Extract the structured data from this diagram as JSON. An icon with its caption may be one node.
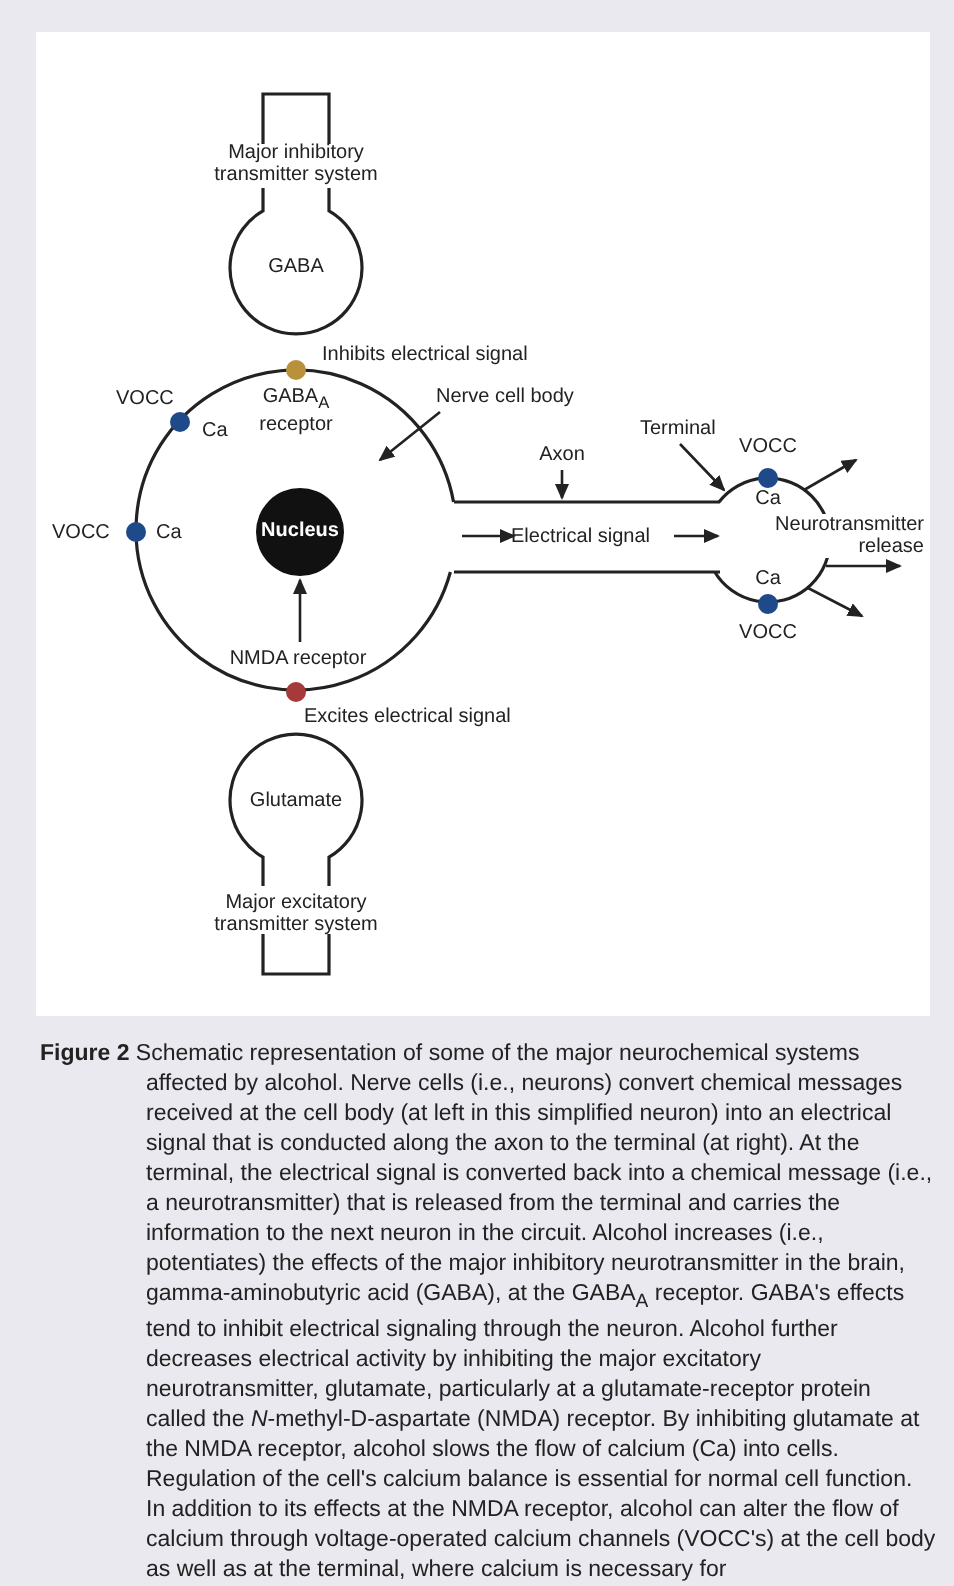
{
  "diagram": {
    "caption": "**Figure 2** Schematic representation of some of the major neurochemical systems affected by alcohol. Nerve cells (i.e., neurons) convert chemical messages received at the cell body (at left in this simplified neuron) into an electrical signal that is conducted along the axon to the terminal (at right). At the terminal, the electrical signal is converted back into a chemical message (i.e., a neurotransmitter) that is released from the terminal and carries the information to the next neuron in the circuit. Alcohol increases (i.e., potentiates) the effects of the major inhibitory neurotransmitter in the brain, gamma-aminobutyric acid (GABA), at the GABA$_{A}$ receptor. GABA's effects tend to inhibit electrical signaling through the neuron. Alcohol further decreases electrical activity by inhibiting the major excitatory neurotransmitter, glutamate, particularly at a glutamate-receptor protein called the *N*-methyl-D-aspartate (NMDA) receptor. By inhibiting glutamate at the NMDA receptor, alcohol slows the flow of calcium (Ca) into cells. Regulation of the cell's calcium balance is essential for normal cell function. In addition to its effects at the NMDA receptor, alcohol can alter the flow of calcium through voltage-operated calcium channels (VOCC's) at the cell body as well as at the terminal, where calcium is necessary for",
    "nodes": [
      {
        "text": [
          "Major inhibitory transmitter system",
          "GABA"
        ]
      },
      {
        "text": [],
        "shape": "circle"
      },
      {
        "text": [
          "GABA$_{A}$ receptor"
        ]
      },
      {
        "text": [
          "VOCC",
          "Ca"
        ]
      },
      {
        "text": [
          "Nerve cell body"
        ]
      },
      {
        "text": [
          "Nucleus"
        ],
        "in": 1
      },
      {
        "text": [
          "VOCC",
          "Ca"
        ]
      },
      {
        "text": [
          "NMDA receptor"
        ],
        "beside": [
          "Excites electrical signal"
        ]
      },
      {
        "text": [
          "Axon"
        ]
      },
      {
        "text": [],
        "shape": "bar"
      },
      {
        "text": [
          "Terminal"
        ]
      },
      {
        "text": [],
        "shape": "circle"
      },
      {
        "text": [
          "VOCC",
          "Ca"
        ]
      },
      {
        "text": [
          "Electrical signal"
        ],
        "in": 9
      },
      {
        "text": [
          "Ca",
          "VOCC"
        ]
      },
      {
        "text": [
          "Glutamate",
          "Major excitatory transmitter system"
        ]
      }
    ],
    "edges": [
      {
        "from": 4,
        "to": 1,
        "arrow": "to"
      },
      {
        "from": 8,
        "to": 9,
        "arrow": "to"
      },
      {
        "from": 10,
        "to": 11,
        "arrow": "to"
      },
      {
        "from": 1,
        "to": 13,
        "arrow": "to"
      },
      {
        "from": 13,
        "to": 11,
        "arrow": "to"
      },
      {
        "from": 7,
        "to": 5,
        "arrow": "to"
      },
      {
        "from": 11,
        "to": null,
        "arrow": "to"
      },
      {
        "from": 11,
        "to": null,
        "arrow": "to",
        "label": "Neurotransmitter release"
      },
      {
        "from": 11,
        "to": null,
        "arrow": "to"
      }
    ],
    "labels": [
      "Inhibits electrical signal"
    ]
  }
}
